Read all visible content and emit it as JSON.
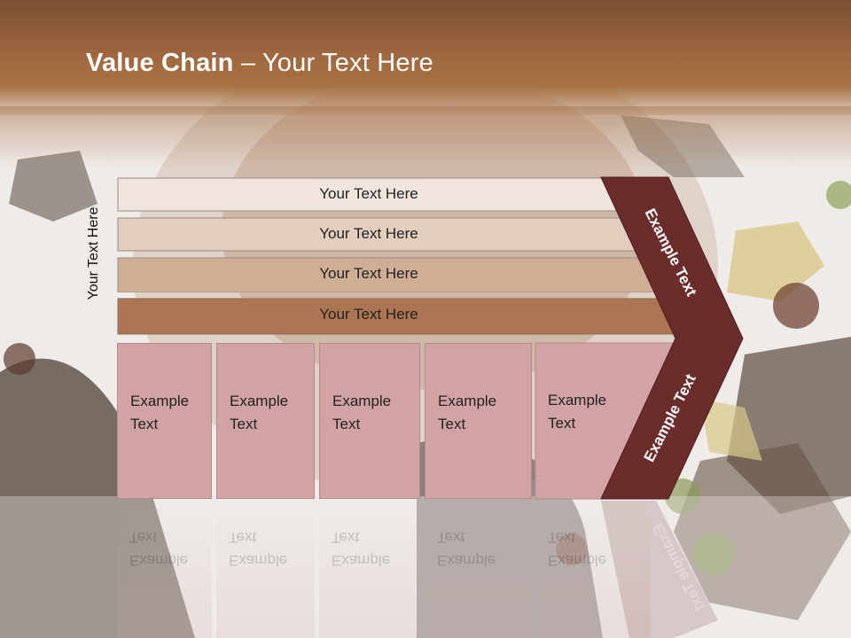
{
  "slide": {
    "title_bold": "Value Chain",
    "title_rest": " – Your Text Here",
    "side_label": "Your Text Here"
  },
  "bands": [
    {
      "label": "Your Text Here",
      "color": "#efe5de"
    },
    {
      "label": "Your Text Here",
      "color": "#e3cdbf"
    },
    {
      "label": "Your Text Here",
      "color": "#d0ae95"
    },
    {
      "label": "Your Text Here",
      "color": "#ad7652"
    }
  ],
  "boxes": [
    {
      "label": "Example Text"
    },
    {
      "label": "Example Text"
    },
    {
      "label": "Example Text"
    },
    {
      "label": "Example Text"
    },
    {
      "label": "Example Text"
    }
  ],
  "chevron": {
    "upper_label": "Example Text",
    "lower_label": "Example Text",
    "color": "#6b2c2c"
  },
  "colors": {
    "header": "#a0683f",
    "box_fill": "#d1a3a5"
  }
}
